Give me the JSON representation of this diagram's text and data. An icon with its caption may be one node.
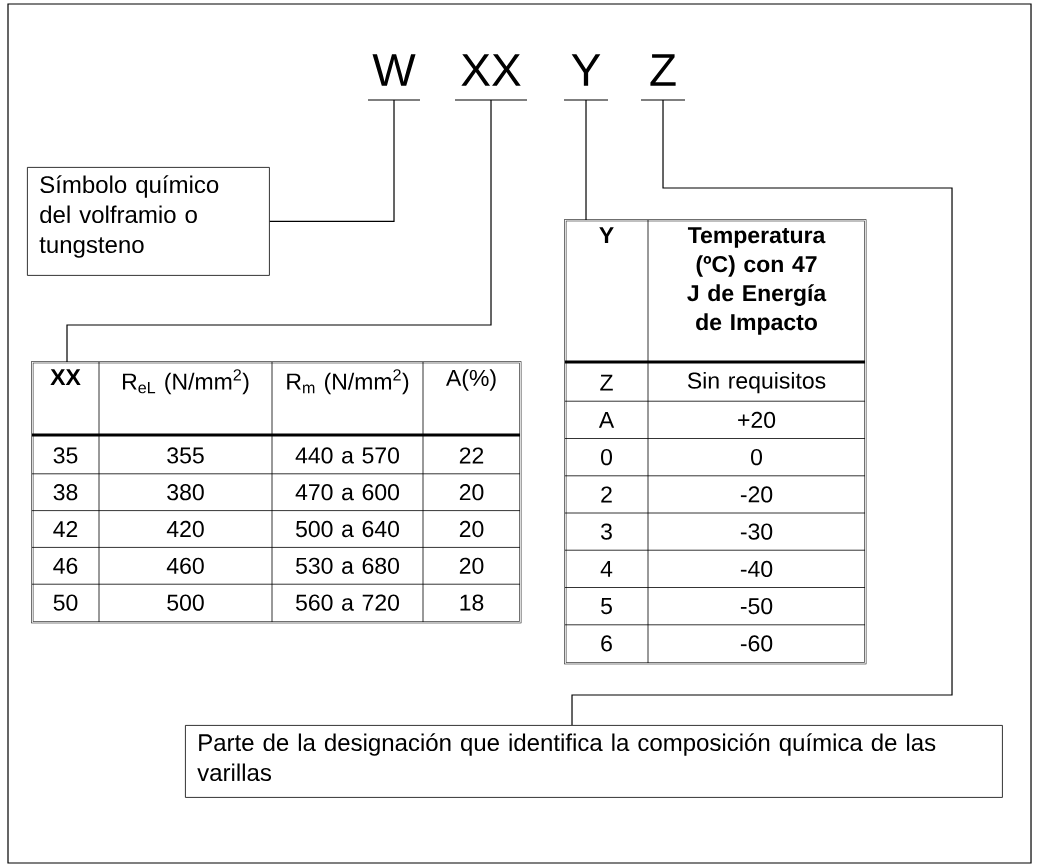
{
  "diagram": {
    "nodes": [
      {
        "text": [
          "W"
        ]
      },
      {
        "text": [
          "XX"
        ]
      },
      {
        "text": [
          "Y"
        ]
      },
      {
        "text": [
          "Z"
        ]
      },
      {
        "text": [
          "Símbolo químico del volframio o tungsteno"
        ]
      },
      {
        "text": [
          "XX",
          "R$_{eL}$ (N/mm$^{2}$)",
          "R$_{m}$ (N/mm$^{2}$)",
          "A(%)",
          "35",
          "355",
          "440 a 570",
          "22",
          "38",
          "380",
          "470 a 600",
          "20",
          "42",
          "420",
          "500 a 640",
          "20",
          "46",
          "460",
          "530 a 680",
          "20",
          "50",
          "500",
          "560 a 720",
          "18"
        ]
      },
      {
        "text": [
          "Y",
          "Temperatura (ºC) con 47 J de Energía de Impacto",
          "Z",
          "Sin requisitos",
          "A",
          "+20",
          "0",
          "0",
          "2",
          "-20",
          "3",
          "-30",
          "4",
          "-40",
          "5",
          "-50",
          "6",
          "-60"
        ]
      },
      {
        "text": [
          "Parte de la designación que identifica la composición química de las varillas"
        ]
      }
    ],
    "edges": [
      {
        "from": 0,
        "to": 4,
        "arrow": "none"
      },
      {
        "from": 1,
        "to": 5,
        "arrow": "none"
      },
      {
        "from": 2,
        "to": 6,
        "arrow": "none"
      },
      {
        "from": 3,
        "to": 7,
        "arrow": "none"
      }
    ]
  }
}
